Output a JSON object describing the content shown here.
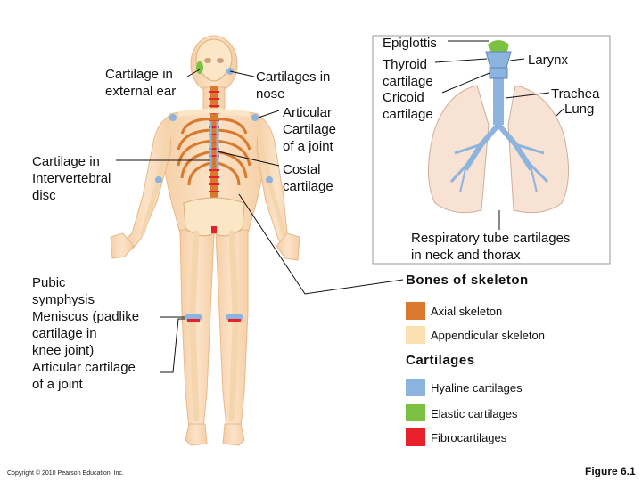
{
  "labels": {
    "ear": "Cartilage in\nexternal ear",
    "nose": "Cartilages in\nnose",
    "articular_upper": "Articular\nCartilage\nof a joint",
    "costal": "Costal\ncartilage",
    "intervertebral": "Cartilage in\nIntervertebral\ndisc",
    "lower_left": "Pubic\nsymphysis\nMeniscus (padlike\ncartilage in\nknee joint)\nArticular cartilage\nof a joint",
    "epiglottis": "Epiglottis",
    "thyroid": "Thyroid\ncartilage",
    "cricoid": "Cricoid\ncartilage",
    "larynx": "Larynx",
    "trachea": "Trachea",
    "lung": "Lung",
    "respiratory": "Respiratory tube cartilages\nin neck and thorax"
  },
  "legend": {
    "bones_heading": "Bones of skeleton",
    "axial": {
      "label": "Axial skeleton",
      "color": "#d9792e"
    },
    "appendicular": {
      "label": "Appendicular skeleton",
      "color": "#fbe0b0"
    },
    "cartilages_heading": "Cartilages",
    "hyaline": {
      "label": "Hyaline cartilages",
      "color": "#8db3df"
    },
    "elastic": {
      "label": "Elastic cartilages",
      "color": "#7bc142"
    },
    "fibro": {
      "label": "Fibrocartilages",
      "color": "#e8202a"
    }
  },
  "footer": {
    "copyright": "Copyright © 2010 Pearson Education, Inc.",
    "figure": "Figure 6.1"
  },
  "colors": {
    "skin": "#f9dcbc",
    "bone": "#fbe6c6",
    "axial": "#d9792e",
    "hyaline": "#8db3df",
    "elastic": "#7bc142"
  }
}
